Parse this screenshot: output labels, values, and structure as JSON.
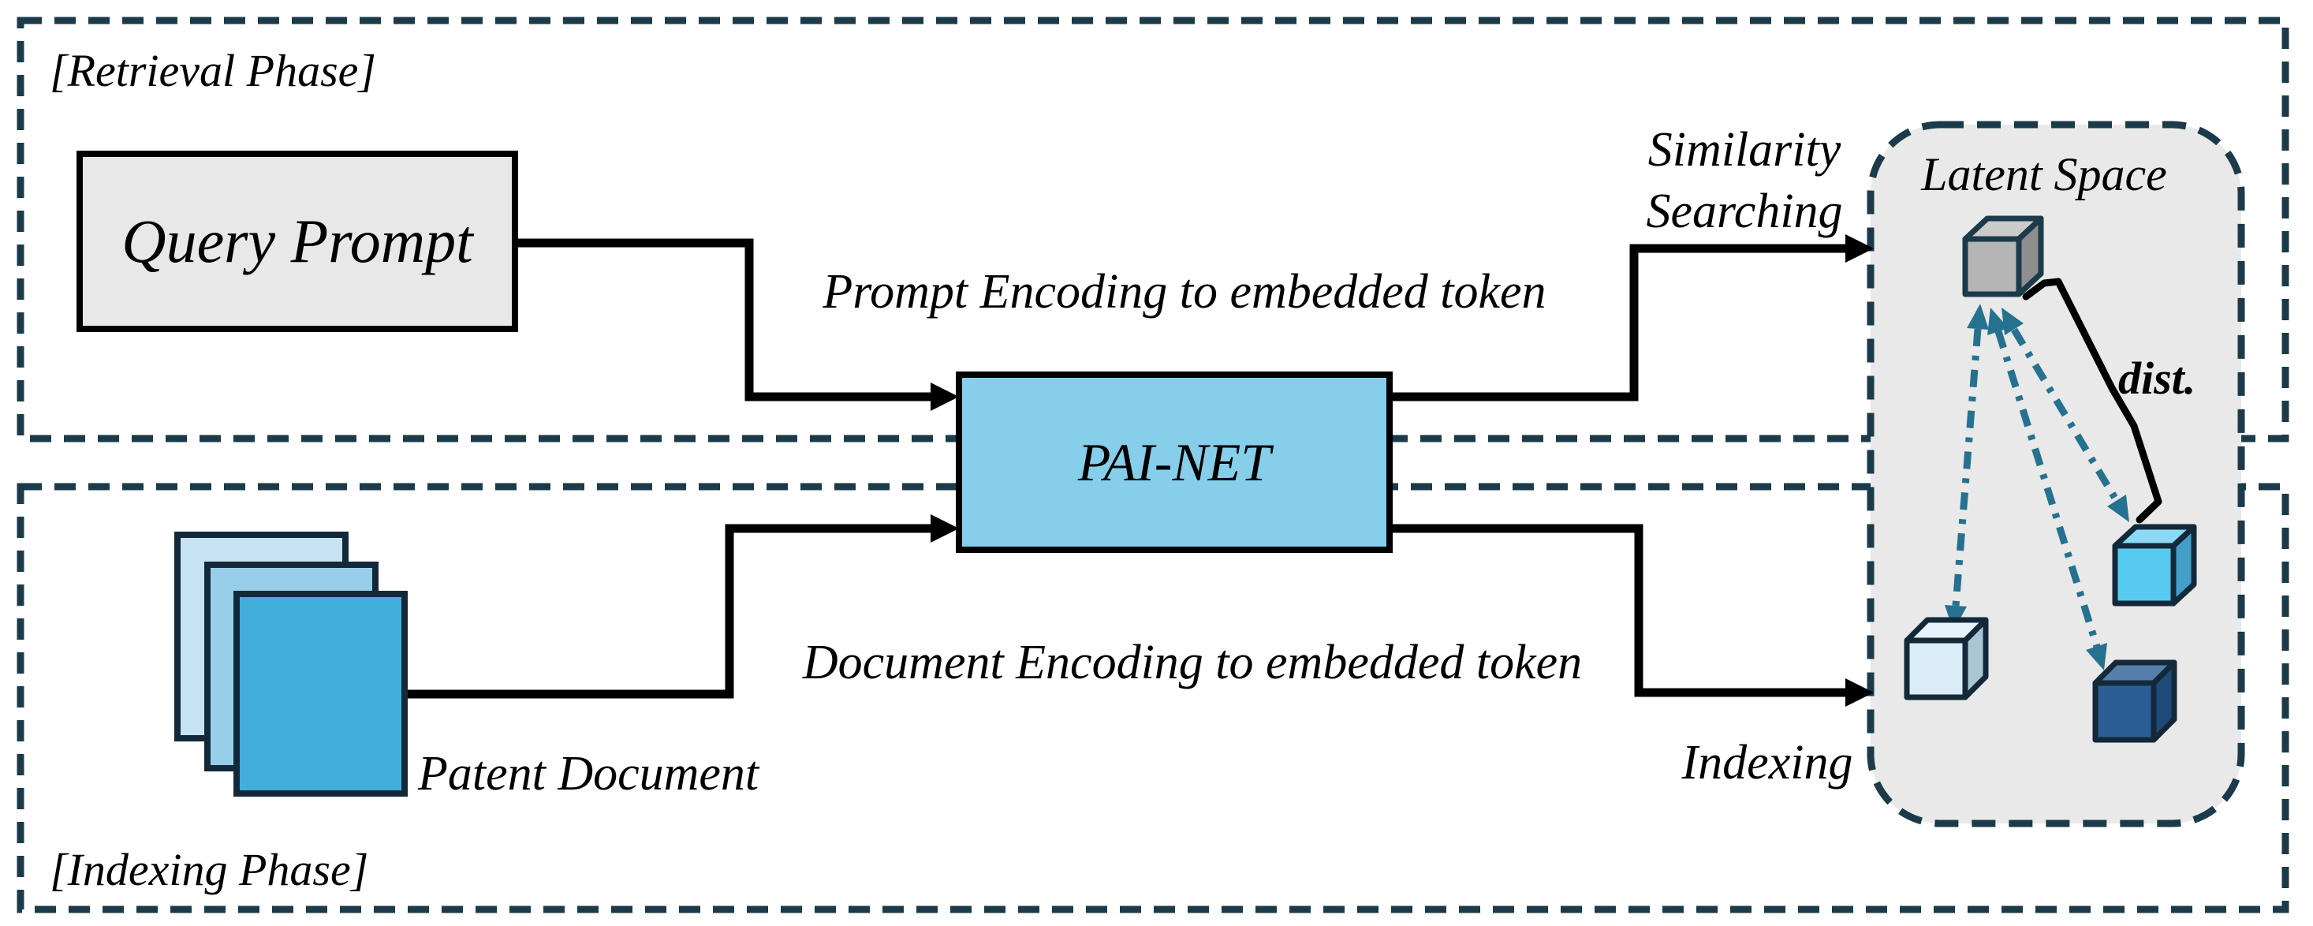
{
  "diagram": {
    "phases": {
      "retrieval_label": "[Retrieval Phase]",
      "indexing_label": "[Indexing Phase]"
    },
    "nodes": {
      "query_prompt": "Query Prompt",
      "painet": "PAI-NET",
      "patent_document": "Patent Document",
      "latent_space": "Latent Space"
    },
    "edge_labels": {
      "prompt_encoding": "Prompt Encoding to embedded token",
      "document_encoding": "Document Encoding to embedded token",
      "similarity_line1": "Similarity",
      "similarity_line2": "Searching",
      "indexing_action": "Indexing",
      "distance": "dist."
    },
    "colors": {
      "dashed_border": "#1B3A4A",
      "connector_black": "#000000",
      "query_box_fill": "#E8E8E8",
      "painet_fill": "#87CEEA",
      "latent_fill": "#E9E9E9",
      "doc_back_fill": "#C7E3F3",
      "doc_middle_fill": "#97CFE9",
      "doc_front_fill": "#41AEDC",
      "teal_arrow": "#26718F",
      "query_cube_gray": "#B5B5B5",
      "doc_cube_light": "#D9ECF8",
      "doc_cube_sky": "#58C9F0",
      "doc_cube_dark": "#2B5F94"
    }
  }
}
